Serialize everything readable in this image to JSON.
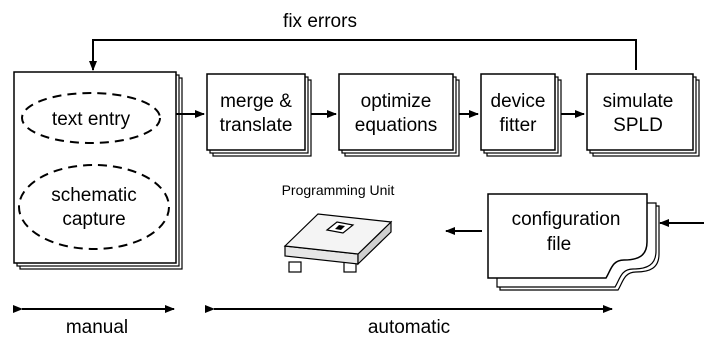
{
  "feedback": {
    "label": "fix errors"
  },
  "manual_box": {
    "entries": [
      {
        "label": "text entry"
      },
      {
        "lines": [
          "schematic",
          "capture"
        ]
      }
    ]
  },
  "steps": [
    {
      "lines": [
        "merge &",
        "translate"
      ]
    },
    {
      "lines": [
        "optimize",
        "equations"
      ]
    },
    {
      "lines": [
        "device",
        "fitter"
      ]
    },
    {
      "lines": [
        "simulate",
        "SPLD"
      ]
    }
  ],
  "programming_unit": {
    "label": "Programming Unit"
  },
  "config_file": {
    "lines": [
      "configuration",
      "file"
    ]
  },
  "ranges": {
    "manual": "manual",
    "automatic": "automatic"
  }
}
